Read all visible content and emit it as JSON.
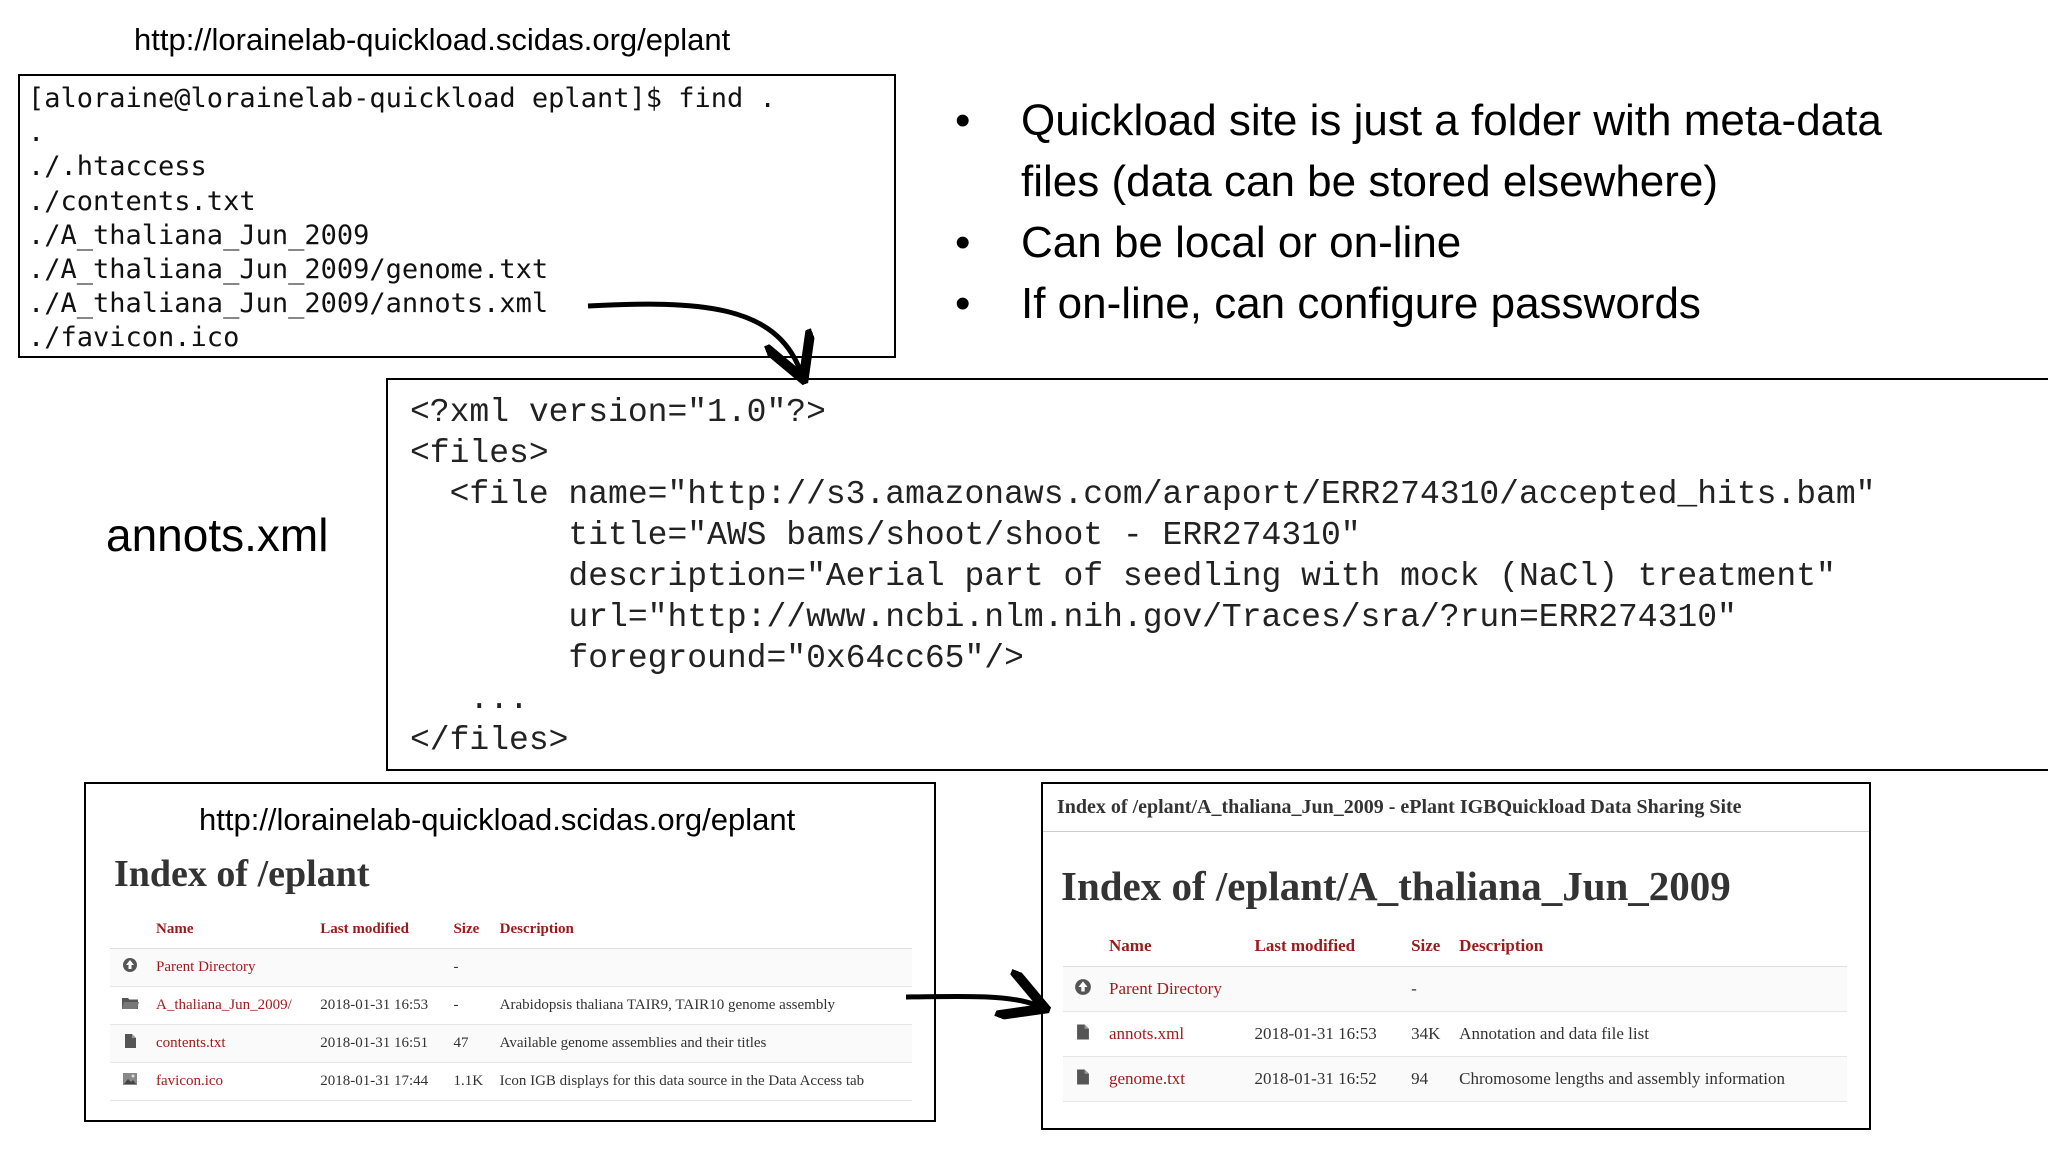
{
  "top_url": "http://lorainelab-quickload.scidas.org/eplant",
  "terminal": {
    "lines": [
      "[aloraine@lorainelab-quickload eplant]$ find .",
      ".",
      "./.htaccess",
      "./contents.txt",
      "./A_thaliana_Jun_2009",
      "./A_thaliana_Jun_2009/genome.txt",
      "./A_thaliana_Jun_2009/annots.xml",
      "./favicon.ico"
    ]
  },
  "bullets": [
    {
      "text": "Quickload site is just a folder with meta-data",
      "cont": "files (data can be stored elsewhere)"
    },
    {
      "text": "Can be local or on-line"
    },
    {
      "text": "If on-line, can configure passwords"
    }
  ],
  "bullet_glyph": "•",
  "xml_label": "annots.xml",
  "xml_lines": [
    "<?xml version=\"1.0\"?>",
    "<files>",
    "  <file name=\"http://s3.amazonaws.com/araport/ERR274310/accepted_hits.bam\"",
    "        title=\"AWS bams/shoot/shoot - ERR274310\"",
    "        description=\"Aerial part of seedling with mock (NaCl) treatment\"",
    "        url=\"http://www.ncbi.nlm.nih.gov/Traces/sra/?run=ERR274310\"",
    "        foreground=\"0x64cc65\"/>",
    "   ...",
    "</files>"
  ],
  "left_index": {
    "url": "http://lorainelab-quickload.scidas.org/eplant",
    "title": "Index of /eplant",
    "headers": [
      "Name",
      "Last modified",
      "Size",
      "Description"
    ],
    "rows": [
      {
        "icon": "parent-directory-icon",
        "name": "Parent Directory",
        "modified": "",
        "size": "-",
        "desc": ""
      },
      {
        "icon": "folder-icon",
        "name": "A_thaliana_Jun_2009/",
        "modified": "2018-01-31 16:53",
        "size": "-",
        "desc": "Arabidopsis thaliana TAIR9, TAIR10 genome assembly"
      },
      {
        "icon": "file-icon",
        "name": "contents.txt",
        "modified": "2018-01-31 16:51",
        "size": "47",
        "desc": "Available genome assemblies and their titles"
      },
      {
        "icon": "image-file-icon",
        "name": "favicon.ico",
        "modified": "2018-01-31 17:44",
        "size": "1.1K",
        "desc": "Icon IGB displays for this data source in the Data Access tab"
      }
    ]
  },
  "right_index": {
    "tab_title": "Index of /eplant/A_thaliana_Jun_2009 - ePlant IGBQuickload Data Sharing Site",
    "title": "Index of /eplant/A_thaliana_Jun_2009",
    "headers": [
      "Name",
      "Last modified",
      "Size",
      "Description"
    ],
    "rows": [
      {
        "icon": "parent-directory-icon",
        "name": "Parent Directory",
        "modified": "",
        "size": "-",
        "desc": ""
      },
      {
        "icon": "file-icon",
        "name": "annots.xml",
        "modified": "2018-01-31 16:53",
        "size": "34K",
        "desc": "Annotation and data file list"
      },
      {
        "icon": "file-icon",
        "name": "genome.txt",
        "modified": "2018-01-31 16:52",
        "size": "94",
        "desc": "Chromosome lengths and assembly information"
      }
    ]
  }
}
